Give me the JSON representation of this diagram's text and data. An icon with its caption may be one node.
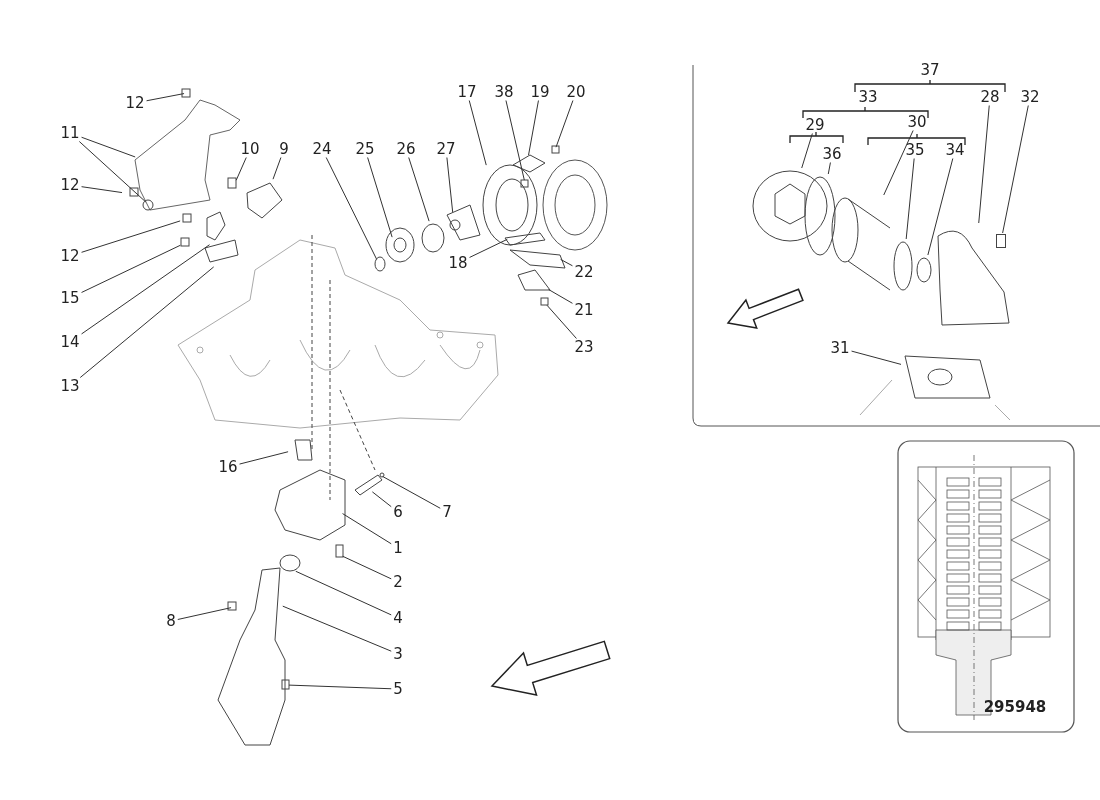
{
  "diagram": {
    "nodes": [
      {
        "text": [
          "12"
        ]
      },
      {
        "text": [
          "11"
        ]
      },
      {
        "text": [
          "12"
        ]
      },
      {
        "text": [
          "10"
        ]
      },
      {
        "text": [
          "9"
        ]
      },
      {
        "text": [
          "24"
        ]
      },
      {
        "text": [
          "25"
        ]
      },
      {
        "text": [
          "26"
        ]
      },
      {
        "text": [
          "27"
        ]
      },
      {
        "text": [
          "17"
        ]
      },
      {
        "text": [
          "38"
        ]
      },
      {
        "text": [
          "19"
        ]
      },
      {
        "text": [
          "20"
        ]
      },
      {
        "text": [
          "12"
        ]
      },
      {
        "text": [
          "15"
        ]
      },
      {
        "text": [
          "18"
        ]
      },
      {
        "text": [
          "22"
        ]
      },
      {
        "text": [
          "14"
        ]
      },
      {
        "text": [
          "21"
        ]
      },
      {
        "text": [
          "23"
        ]
      },
      {
        "text": [
          "13"
        ]
      },
      {
        "text": [
          "16"
        ]
      },
      {
        "text": [
          "7"
        ]
      },
      {
        "text": [
          "6"
        ]
      },
      {
        "text": [
          "1"
        ]
      },
      {
        "text": [
          "2"
        ]
      },
      {
        "text": [
          "4"
        ]
      },
      {
        "text": [
          "8"
        ]
      },
      {
        "text": [
          "3"
        ]
      },
      {
        "text": [
          "5"
        ]
      },
      {
        "text": [
          "28"
        ]
      },
      {
        "text": [
          "32"
        ]
      },
      {
        "text": [
          "29"
        ]
      },
      {
        "text": [
          "36"
        ]
      },
      {
        "text": [
          "30"
        ]
      },
      {
        "text": [
          "35"
        ]
      },
      {
        "text": [
          "34"
        ]
      },
      {
        "text": [
          "31"
        ]
      },
      {
        "text": [],
        "shape": "picture"
      },
      {
        "text": [],
        "shape": "circle"
      },
      {
        "text": [],
        "shape": "picture"
      },
      {
        "text": [],
        "shape": "circle"
      },
      {
        "text": [],
        "shape": "circle"
      },
      {
        "text": [],
        "shape": "picture"
      },
      {
        "text": [],
        "shape": "box"
      },
      {
        "text": [],
        "shape": "picture"
      }
    ],
    "edges": [
      {
        "from": 0,
        "to": null,
        "arrow": "none"
      },
      {
        "from": 1,
        "to": null,
        "arrow": "none"
      },
      {
        "from": 1,
        "to": null,
        "arrow": "none"
      },
      {
        "from": 2,
        "to": null,
        "arrow": "none"
      },
      {
        "from": 3,
        "to": null,
        "arrow": "none"
      },
      {
        "from": 4,
        "to": null,
        "arrow": "none"
      },
      {
        "from": 5,
        "to": null,
        "arrow": "none"
      },
      {
        "from": 6,
        "to": null,
        "arrow": "none"
      },
      {
        "from": 7,
        "to": null,
        "arrow": "none"
      },
      {
        "from": 8,
        "to": null,
        "arrow": "none"
      },
      {
        "from": 9,
        "to": null,
        "arrow": "none"
      },
      {
        "from": 10,
        "to": null,
        "arrow": "none"
      },
      {
        "from": 11,
        "to": null,
        "arrow": "none"
      },
      {
        "from": 12,
        "to": null,
        "arrow": "none"
      },
      {
        "from": 13,
        "to": null,
        "arrow": "none"
      },
      {
        "from": 14,
        "to": null,
        "arrow": "none"
      },
      {
        "from": 15,
        "to": null,
        "arrow": "none"
      },
      {
        "from": 16,
        "to": null,
        "arrow": "none"
      },
      {
        "from": 17,
        "to": null,
        "arrow": "none"
      },
      {
        "from": 18,
        "to": null,
        "arrow": "none"
      },
      {
        "from": 19,
        "to": null,
        "arrow": "none"
      },
      {
        "from": 20,
        "to": null,
        "arrow": "none"
      },
      {
        "from": 21,
        "to": null,
        "arrow": "none"
      },
      {
        "from": 22,
        "to": null,
        "arrow": "none"
      },
      {
        "from": 23,
        "to": null,
        "arrow": "none"
      },
      {
        "from": 24,
        "to": null,
        "arrow": "none"
      },
      {
        "from": 25,
        "to": null,
        "arrow": "none"
      },
      {
        "from": 26,
        "to": null,
        "arrow": "none"
      },
      {
        "from": 27,
        "to": null,
        "arrow": "none"
      },
      {
        "from": 28,
        "to": null,
        "arrow": "none"
      },
      {
        "from": 29,
        "to": null,
        "arrow": "none"
      },
      {
        "from": 30,
        "to": 43,
        "arrow": "none"
      },
      {
        "from": 31,
        "to": 44,
        "arrow": "none"
      },
      {
        "from": 32,
        "to": 38,
        "arrow": "none"
      },
      {
        "from": 33,
        "to": 39,
        "arrow": "none"
      },
      {
        "from": 34,
        "to": 40,
        "arrow": "none"
      },
      {
        "from": 35,
        "to": 41,
        "arrow": "none"
      },
      {
        "from": 36,
        "to": 42,
        "arrow": "none"
      },
      {
        "from": 37,
        "to": 45,
        "arrow": "none"
      }
    ],
    "labels": [
      "37",
      "33",
      "295948"
    ]
  }
}
